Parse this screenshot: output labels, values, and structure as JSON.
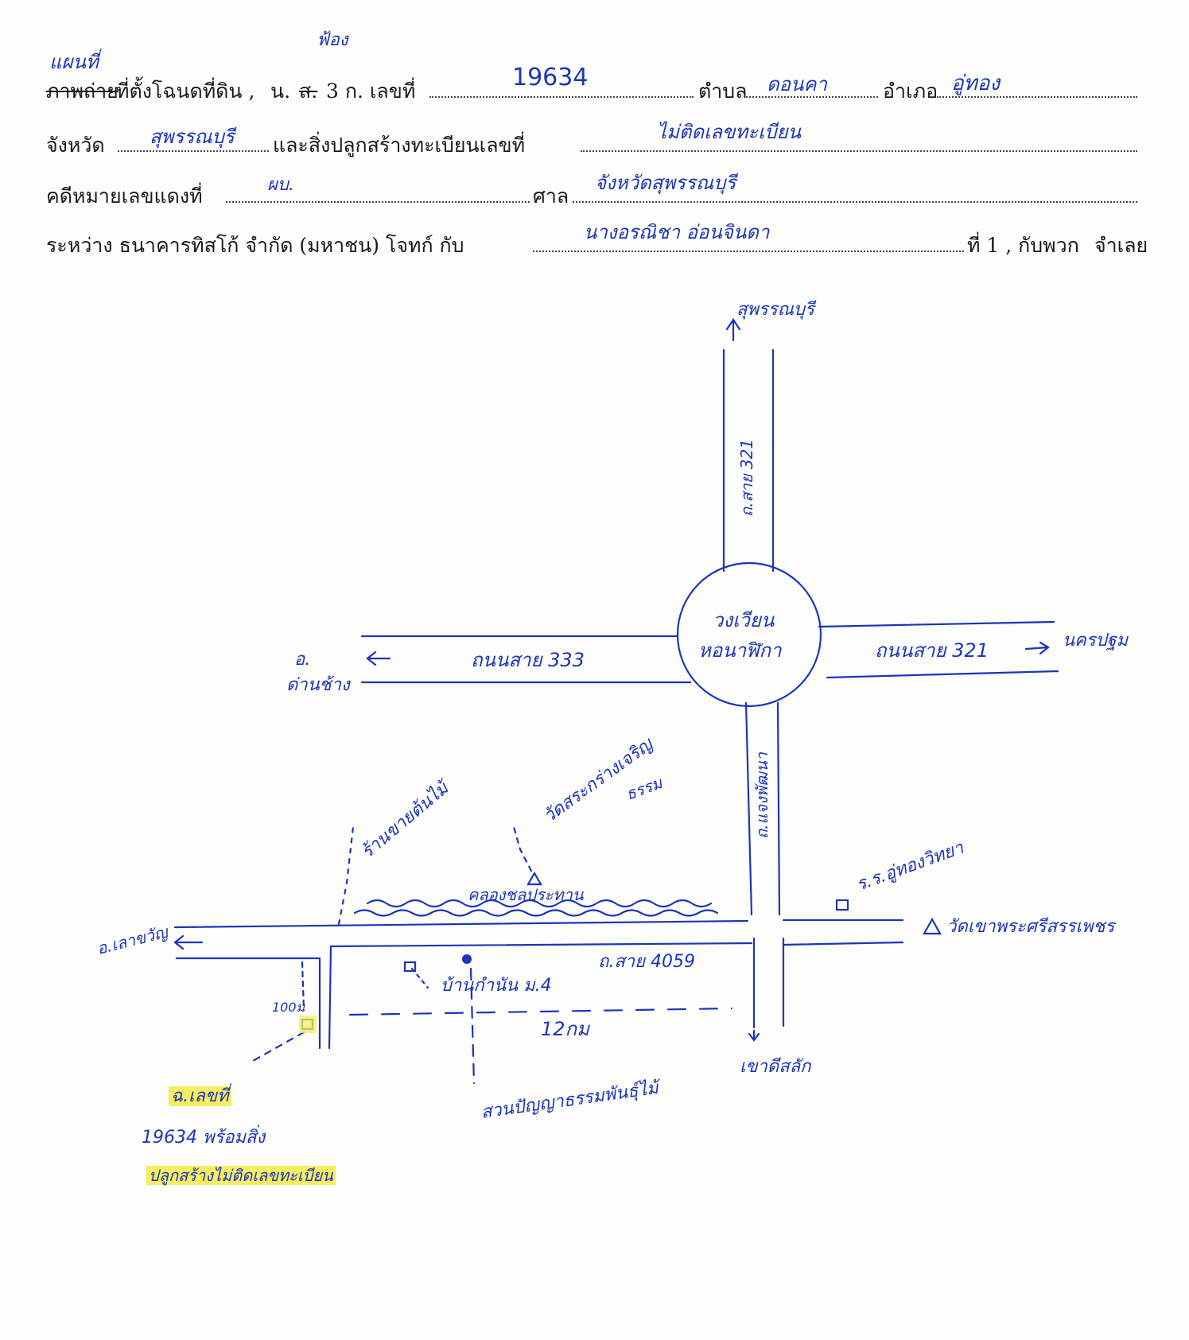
{
  "form": {
    "title_strikethrough": "ภาพถ่าย",
    "title_rest": "ที่ตั้งโฉนดที่ดิน ,",
    "doc_type_a": "น.",
    "doc_type_struck": "ส.",
    "doc_type_b": "3 ก. เลขที่",
    "label_subdistrict": "ตำบล",
    "label_district": "อำเภอ",
    "label_province": "จังหวัด",
    "label_building_reg": "และสิ่งปลูกสร้างทะเบียนเลขที่",
    "label_case_no": "คดีหมายเลขแดงที่",
    "label_court": "ศาล",
    "label_between": "ระหว่าง ธนาคารทิสโก้ จำกัด (มหาชน) โจทก์ กับ",
    "label_defendant_no": "ที่ 1 , กับพวก",
    "label_defendant": "จำเลย"
  },
  "handwritten": {
    "map_word": "แผนที่",
    "doc_correction": "ฟ้อง",
    "deed_number": "19634",
    "subdistrict": "ดอนคา",
    "district": "อู่ทอง",
    "province": "สุพรรณบุรี",
    "building_reg": "ไม่ติดเลขทะเบียน",
    "case_no": "ผบ.",
    "court": "จังหวัดสุพรรณบุรี",
    "defendant": "นางอรณิชา อ่อนจินดา"
  },
  "map": {
    "north_dest": "สุพรรณบุรี",
    "road_north": "ถ.สาย 321",
    "roundabout_line1": "วงเวียน",
    "roundabout_line2": "หอนาฬิกา",
    "road_west": "ถนนสาย 333",
    "west_dest_line1": "อ.",
    "west_dest_line2": "ด่านช้าง",
    "road_east": "ถนนสาย 321",
    "east_dest": "นครปฐม",
    "road_south": "ถ.แจงพัฒนา",
    "temple_north_line1": "วัดสระกร่างเจริญ",
    "temple_north_line2": "ธรรม",
    "plant_shop": "ร้านขายต้นไม้",
    "canal": "คลองชลประทาน",
    "school": "ร.ร.อู่ทองวิทยา",
    "temple_east": "วัดเขาพระศรีสรรเพชร",
    "west_low_dest": "อ.เลาขวัญ",
    "road_4059": "ถ.สาย 4059",
    "headman_house": "บ้านกำนัน ม.4",
    "distance_100": "100ม",
    "distance_12": "12กม",
    "south_dest": "เขาดีสลัก",
    "nursery": "สวนปัญญาธรรมพันธุ์ไม้",
    "deed_line1": "ฉ.เลขที่",
    "deed_line2": "19634 พร้อมสิ่ง",
    "deed_line3": "ปลูกสร้างไม่ติดเลขทะเบียน",
    "ink_color": "#1d35b8",
    "highlight_color": "#f4ee62"
  }
}
